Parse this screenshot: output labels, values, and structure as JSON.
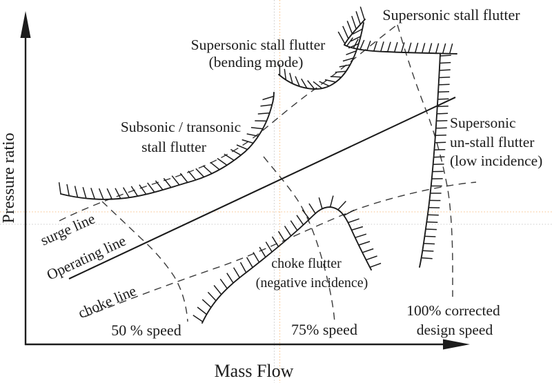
{
  "figure": {
    "axes": {
      "y_label": "Pressure ratio",
      "x_label": "Mass Flow"
    },
    "regions": {
      "supersonic_stall": "Supersonic stall flutter",
      "bending": {
        "line1": "Supersonic stall flutter",
        "line2": "(bending mode)"
      },
      "subsonic": {
        "line1": "Subsonic / transonic",
        "line2": "stall flutter"
      },
      "unstall": {
        "line1": "Supersonic",
        "line2": "un-stall flutter",
        "line3": "(low incidence)"
      },
      "choke": {
        "line1": "choke flutter",
        "line2": "(negative incidence)"
      }
    },
    "map_lines": {
      "surge": "surge line",
      "operating": "Operating line",
      "choke": "choke line"
    },
    "speed_labels": {
      "s50": "50 % speed",
      "s75": "75% speed",
      "s100": {
        "line1": "100% corrected",
        "line2": "design speed"
      }
    },
    "colors": {
      "ink": "#1c1c1c",
      "dash": "#3d3d3d",
      "guide_orange": "#f8c38d",
      "guide_gray": "#cdcdcd",
      "background": "#ffffff"
    }
  }
}
